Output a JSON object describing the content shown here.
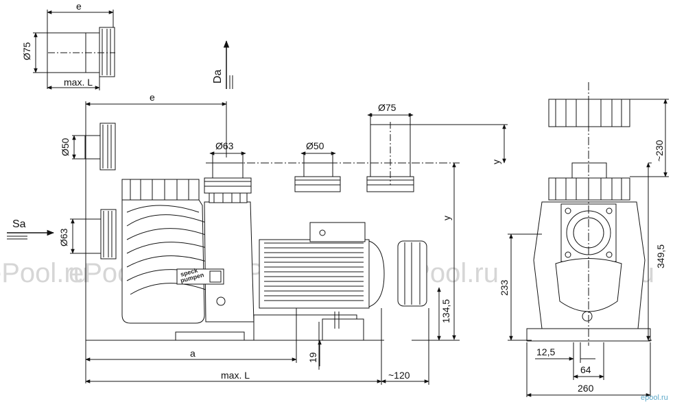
{
  "watermark": "ePool.ru",
  "brand_corner": "epool.ru",
  "pump_logo": {
    "line1": "speck",
    "line2": "pumpen"
  },
  "labels": {
    "e_top": "e",
    "d75_small": "Ø75",
    "maxL_small": "max. L",
    "e_mid": "e",
    "d50_side": "Ø50",
    "d63_side": "Ø63",
    "sa": "Sa",
    "da": "Da",
    "d63_top": "Ø63",
    "d50_top": "Ø50",
    "d75_top": "Ø75",
    "y_upper": "y",
    "y_main": "y",
    "h134": "134,5",
    "h19": "19",
    "a": "a",
    "maxL": "max. L",
    "ext120": "~120",
    "h230": "~230",
    "h3495": "349,5",
    "h233": "233",
    "w125": "12,5",
    "w64": "64",
    "w260": "260"
  }
}
